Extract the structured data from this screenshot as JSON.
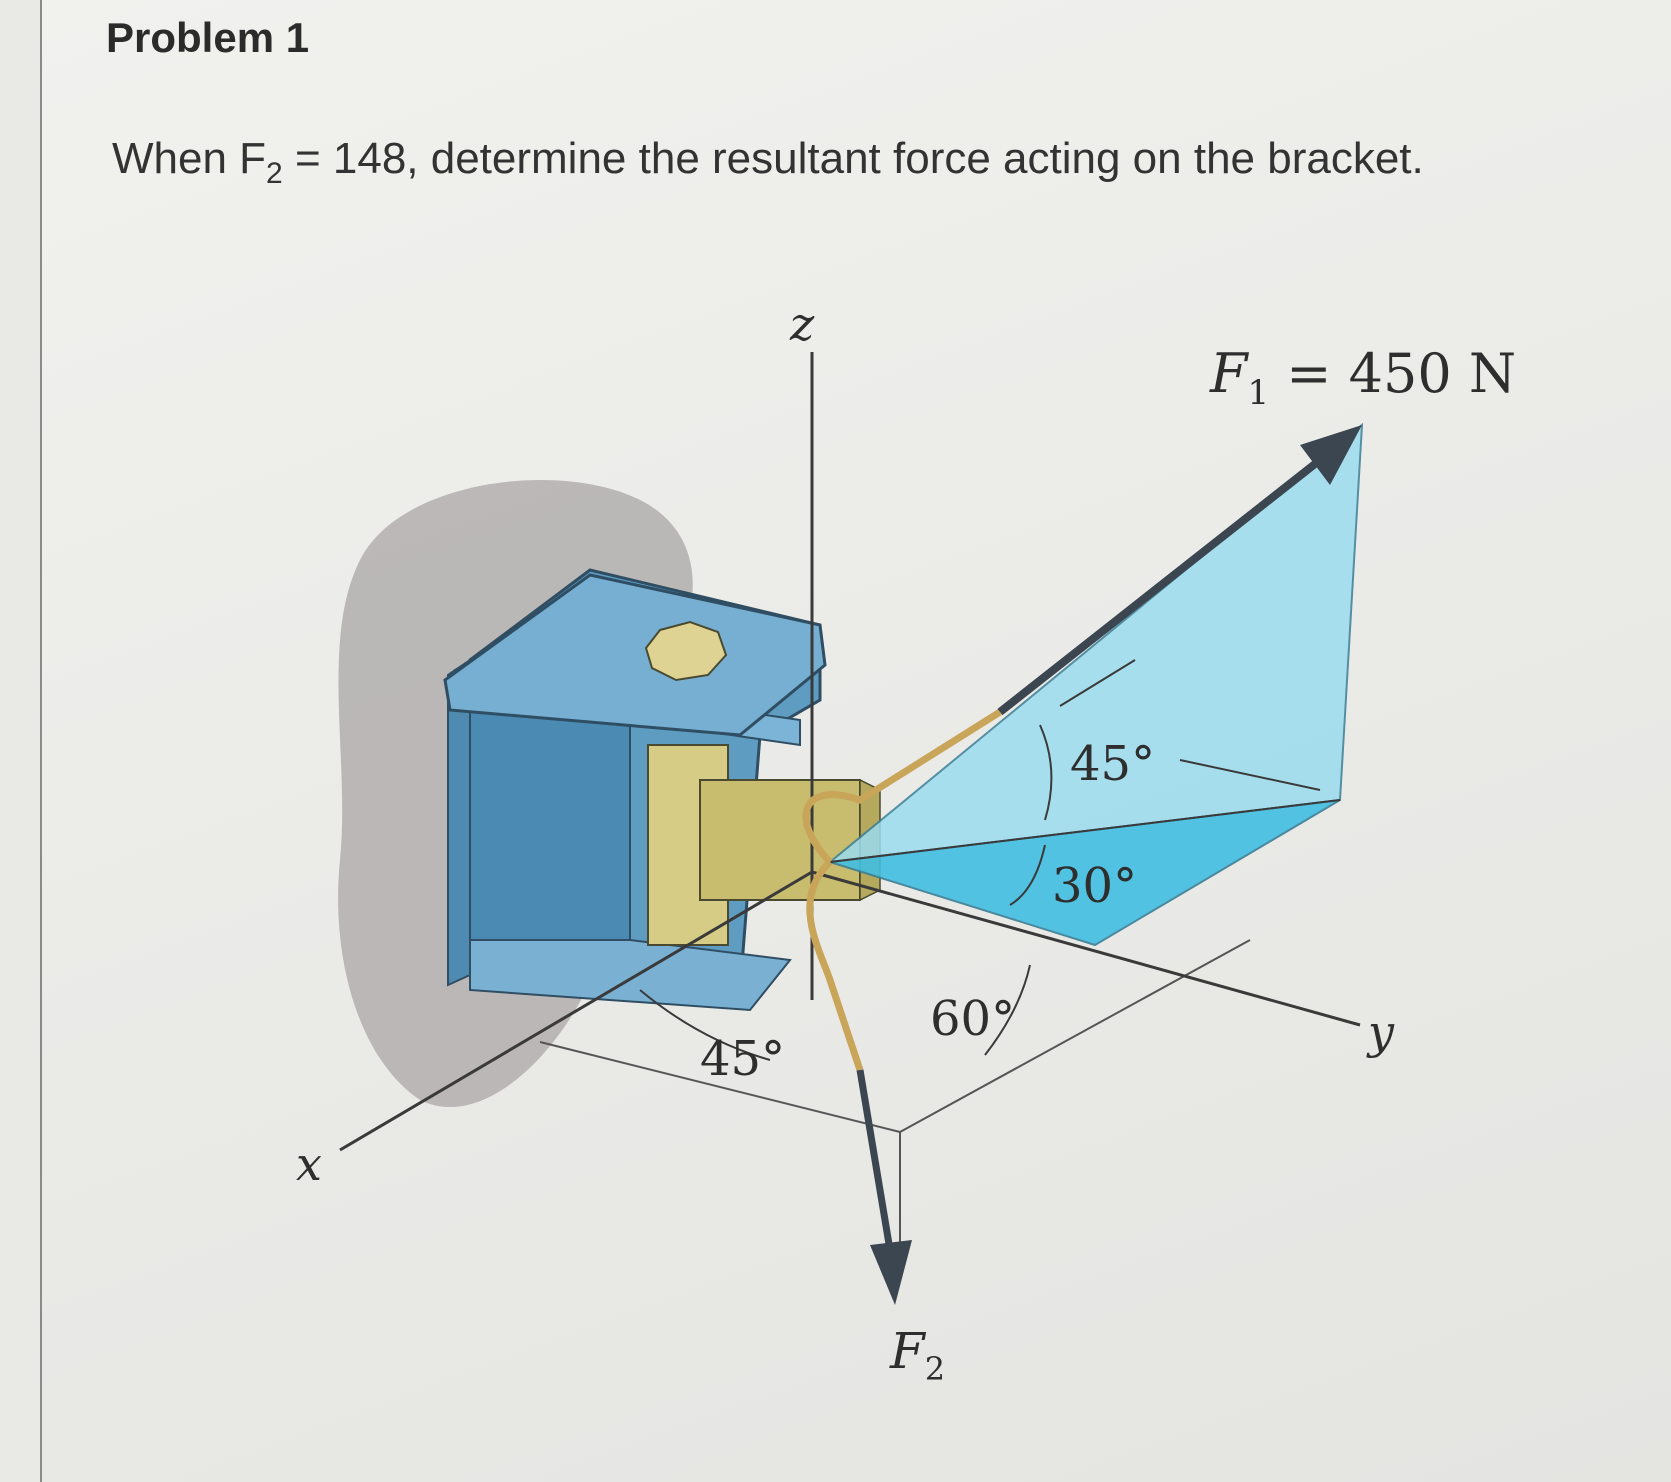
{
  "problem": {
    "title": "Problem 1",
    "statement_prefix": "When F",
    "statement_sub": "2",
    "statement_suffix": " = 148, determine the resultant force acting on the bracket."
  },
  "figure": {
    "axis_z": "z",
    "axis_x": "x",
    "axis_y": "y",
    "f1_symbol": "F",
    "f1_sub": "1",
    "f1_value": " = 450 N",
    "f2_symbol": "F",
    "f2_sub": "2",
    "angle_45_upper": "45°",
    "angle_30": "30°",
    "angle_60": "60°",
    "angle_45_lower": "45°",
    "colors": {
      "bracket_blue": "#6aa7c9",
      "force_plane": "#8fd7ec",
      "force_plane_dark": "#3fb8dc",
      "pin_yellow": "#d9cf8a",
      "arrow": "#3b4650"
    }
  }
}
